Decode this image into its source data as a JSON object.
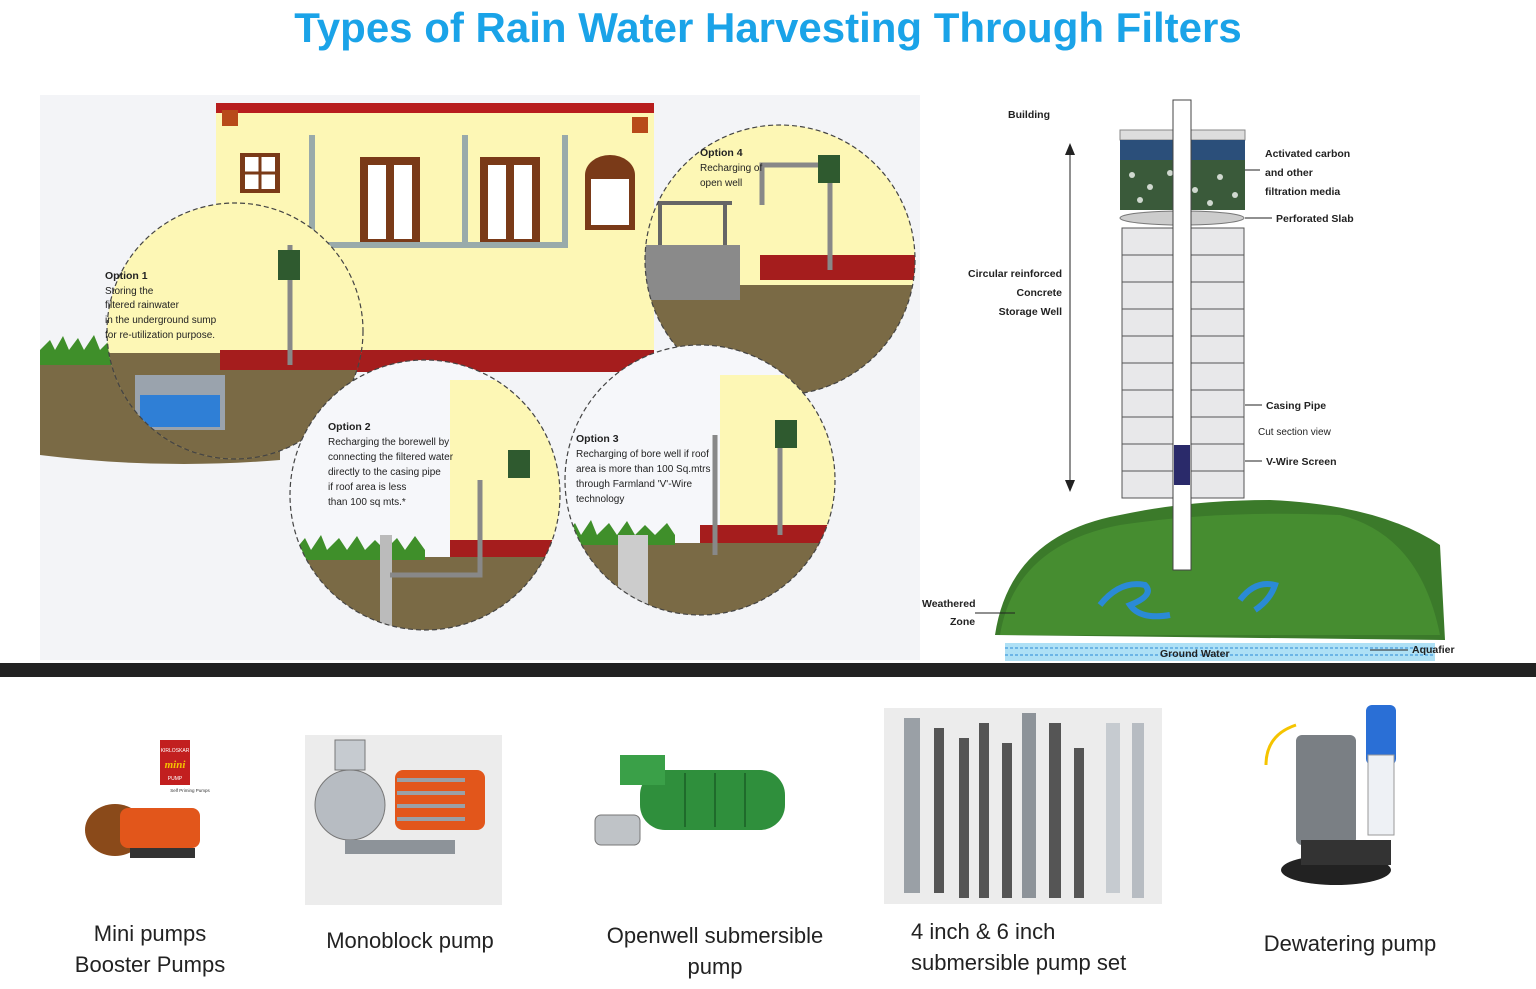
{
  "title": "Types of Rain Water Harvesting Through Filters",
  "left_diagram": {
    "option1": {
      "title": "Option 1",
      "lines": [
        "Storing the",
        "filtered rainwater",
        "in the underground sump",
        "for re-utilization purpose."
      ]
    },
    "option2": {
      "title": "Option 2",
      "lines": [
        "Recharging the borewell by",
        "connecting the filtered water",
        "directly to the casing pipe",
        "if roof area is less",
        "than 100 sq mts.*"
      ]
    },
    "option3": {
      "title": "Option 3",
      "lines": [
        "Recharging of bore well if roof",
        "area is more than 100 Sq.mtrs",
        "through Farmland 'V'-Wire",
        "technology"
      ]
    },
    "option4": {
      "title": "Option 4",
      "lines": [
        "Recharging of",
        "open well"
      ]
    }
  },
  "right_diagram": {
    "building": "Building",
    "activated_carbon": [
      "Activated carbon",
      "and other",
      "filtration media"
    ],
    "perforated_slab": "Perforated Slab",
    "storage_well": [
      "Circular reinforced",
      "Concrete",
      "Storage Well"
    ],
    "casing_pipe": "Casing Pipe",
    "cut_section": "Cut section view",
    "v_wire_screen": "V-Wire Screen",
    "weathered_zone": [
      "Weathered",
      "Zone"
    ],
    "ground_water": "Ground Water",
    "aquifer": "Aquafier"
  },
  "products": [
    {
      "label_lines": [
        "Mini pumps",
        "Booster Pumps"
      ],
      "badge": [
        "KIRLOSKAR",
        "mini",
        "PUMP",
        "Self Priming Pumps"
      ]
    },
    {
      "label_lines": [
        "Monoblock pump"
      ]
    },
    {
      "label_lines": [
        "Openwell submersible",
        "pump"
      ]
    },
    {
      "label_lines": [
        "4 inch & 6 inch",
        "submersible pump set"
      ]
    },
    {
      "label_lines": [
        "Dewatering pump"
      ]
    }
  ],
  "colors": {
    "title": "#1aa3e8",
    "wall": "#fdf7b5",
    "brick": "#a51d1d",
    "soil": "#7a6a45",
    "grass": "#3f8f2a",
    "water": "#2f7fd6"
  }
}
